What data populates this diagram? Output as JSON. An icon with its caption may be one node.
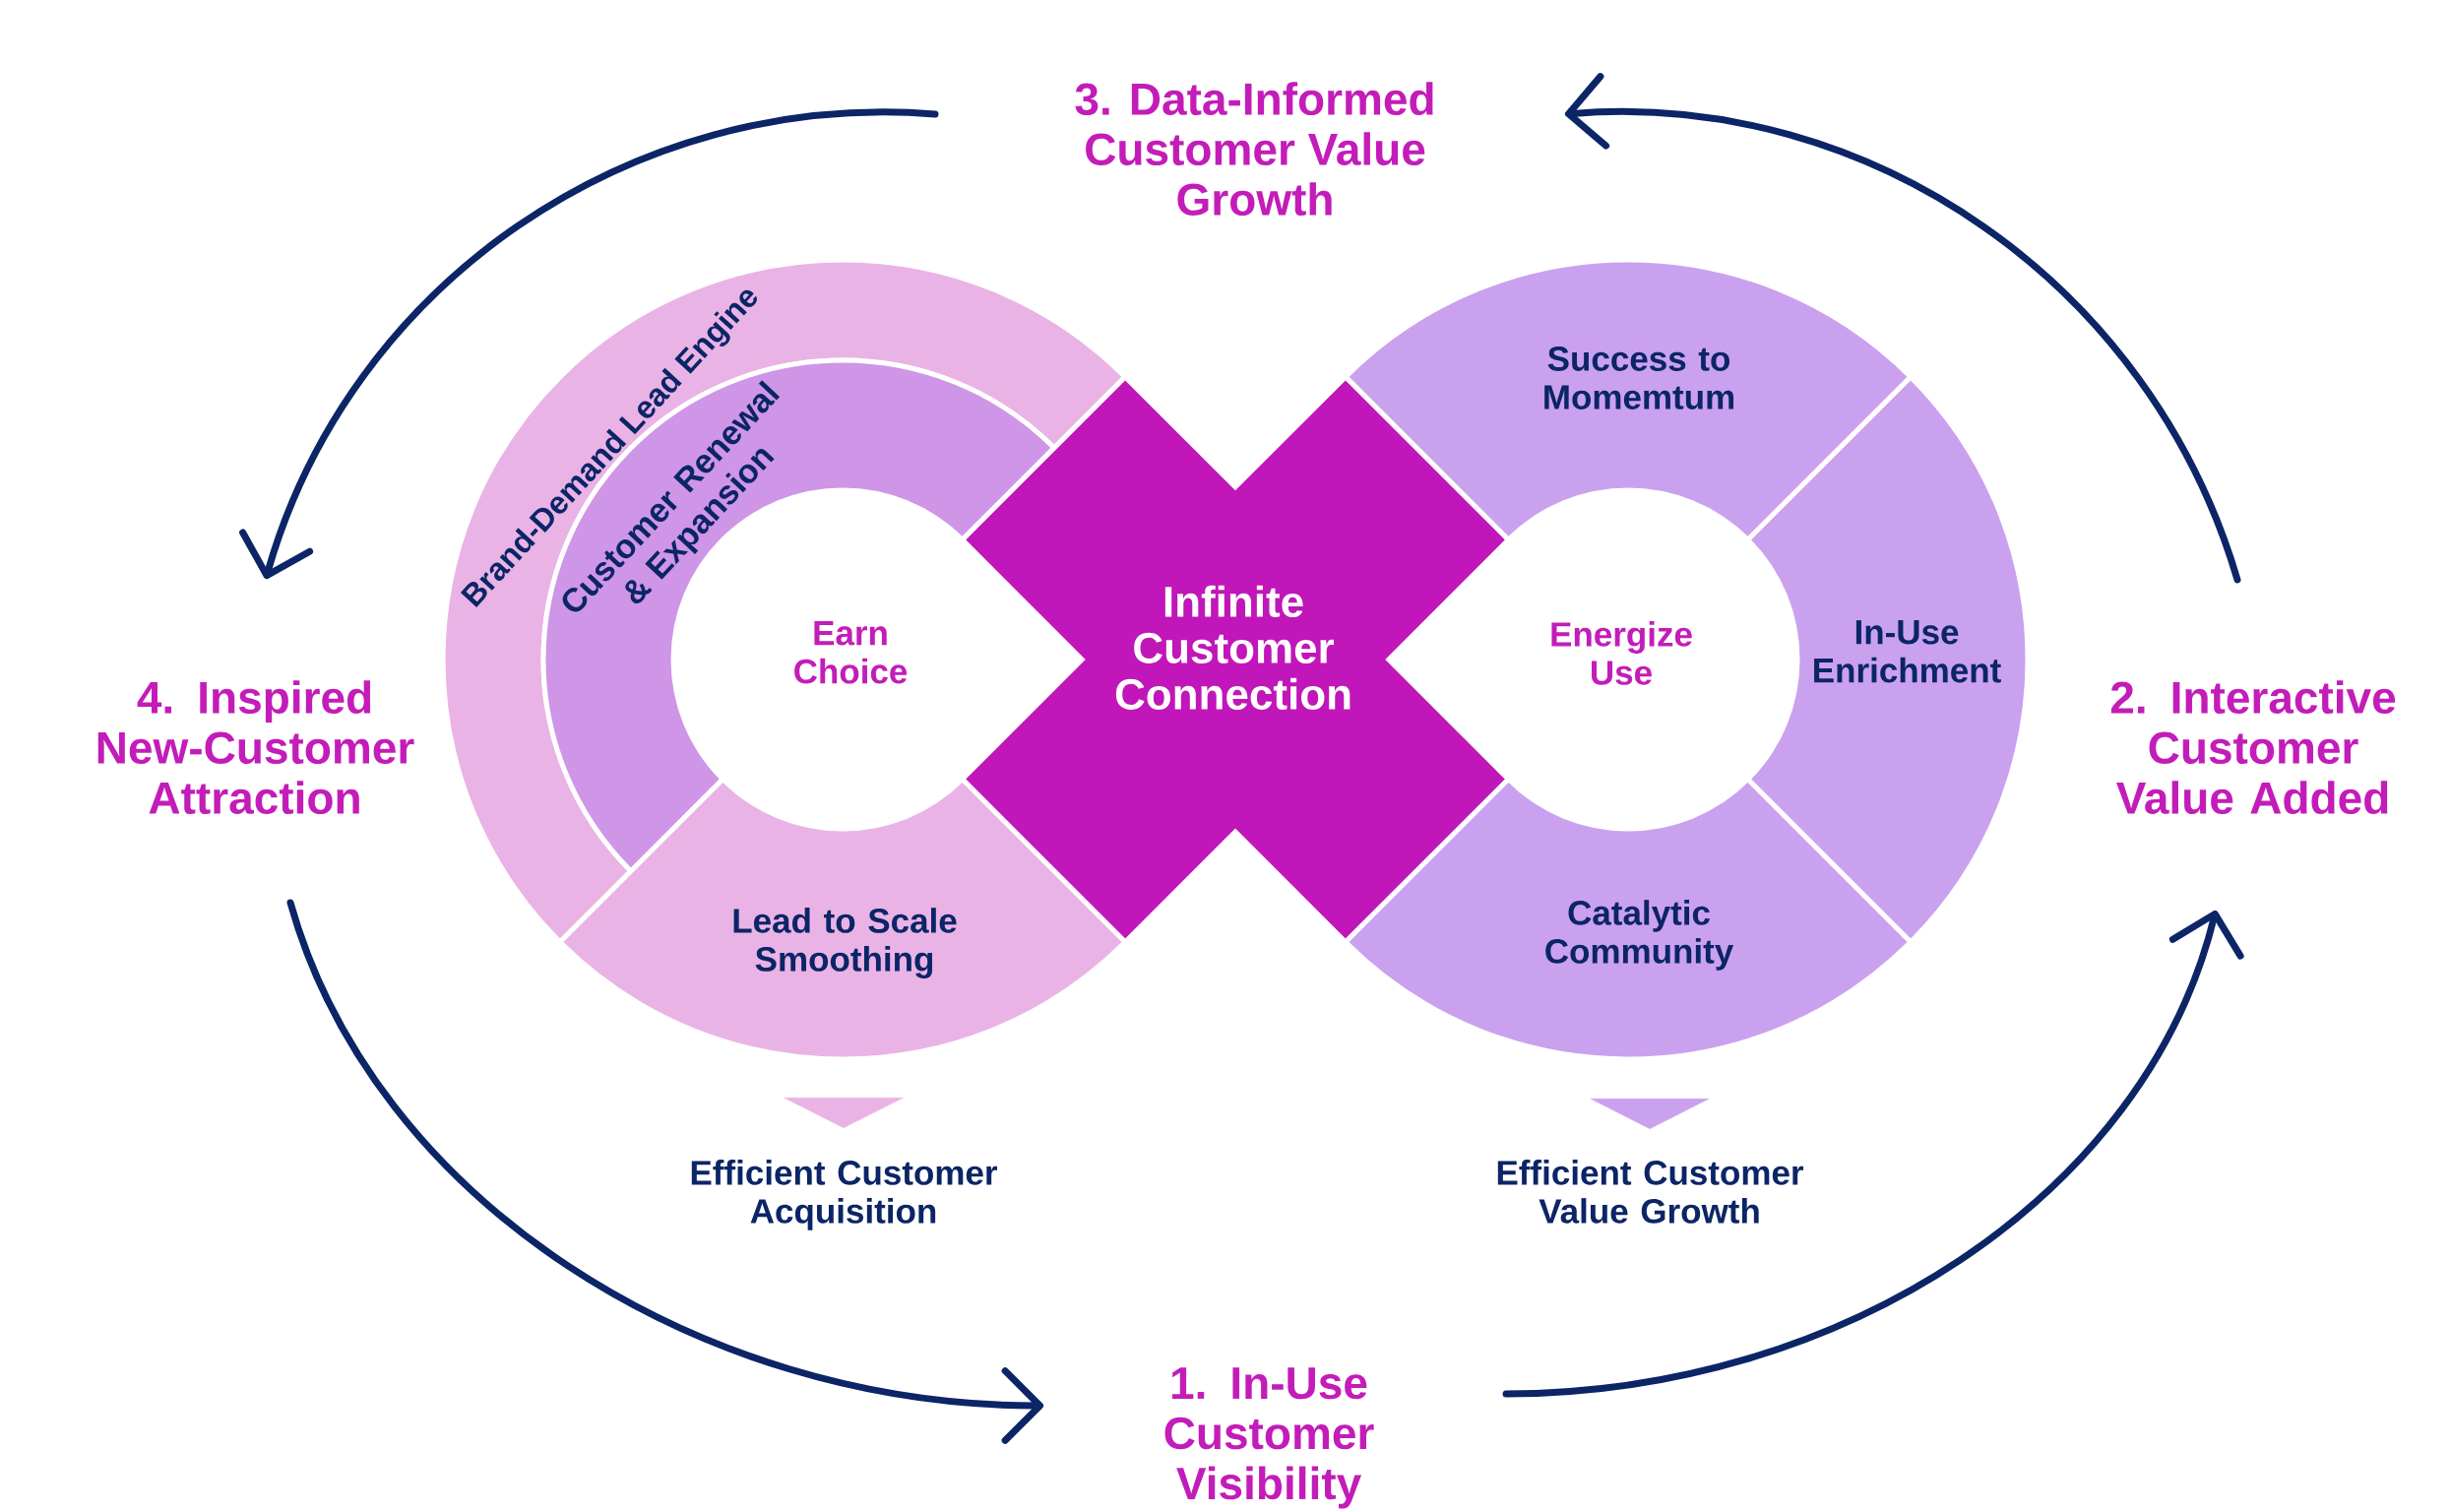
{
  "diagram": {
    "nodes": [
      {
        "text": [
          "3. Data-Informed Customer Value Growth"
        ]
      },
      {
        "text": [
          "Brand-Demand Lead Engine"
        ]
      },
      {
        "text": [
          "Success to Momemtum"
        ]
      },
      {
        "text": [
          "Customer Renewal & Expansion"
        ]
      },
      {
        "text": [
          "4. Inspired New-Customer Attraction"
        ]
      },
      {
        "text": [
          "Earn Choice"
        ]
      },
      {
        "text": [
          "Infinite Customer Connection"
        ]
      },
      {
        "text": [
          "Energize Use"
        ]
      },
      {
        "text": [
          "In-Use Enrichment"
        ]
      },
      {
        "text": [
          "2. Interactive Customer Value Added"
        ]
      },
      {
        "text": [
          "Lead to Scale Smoothing"
        ]
      },
      {
        "text": [
          "Catalytic Community"
        ]
      },
      {
        "text": [
          "1. In-Use Customer Visibility"
        ]
      },
      {
        "text": [
          "Efficient Customer Acquisition"
        ]
      },
      {
        "text": [
          "Efficient Customer Value Growth"
        ]
      }
    ],
    "edges": [
      {
        "from": 0,
        "to": 4,
        "arrow": "to"
      },
      {
        "from": 4,
        "to": 12,
        "arrow": "to"
      },
      {
        "from": 12,
        "to": 9,
        "arrow": "to"
      },
      {
        "from": 9,
        "to": 0,
        "arrow": "to"
      },
      {
        "from": 10,
        "to": 13,
        "arrow": "to",
        "color": "#eab3e6"
      },
      {
        "from": 11,
        "to": 14,
        "arrow": "to",
        "color": "#caa1ef"
      }
    ]
  }
}
